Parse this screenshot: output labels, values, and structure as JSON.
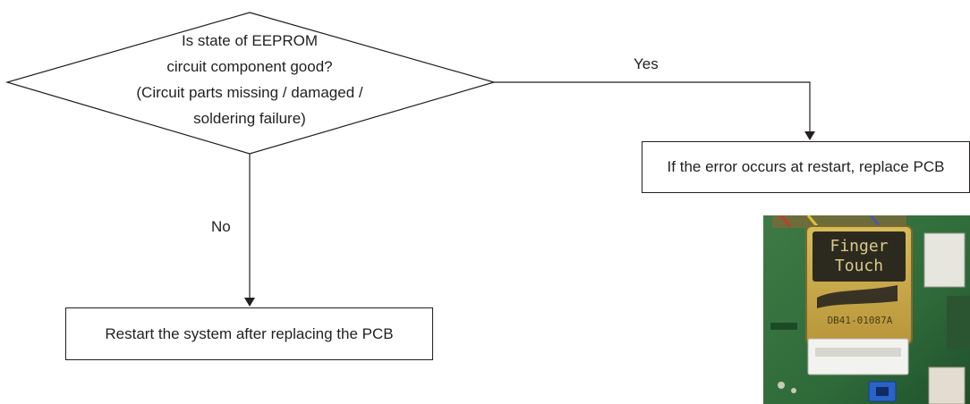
{
  "decision": {
    "lines": [
      "Is state of EEPROM",
      "circuit component good?",
      "(Circuit parts missing / damaged /",
      "soldering failure)"
    ]
  },
  "branches": {
    "yes": {
      "label": "Yes",
      "action": "If the error occurs at restart, replace PCB"
    },
    "no": {
      "label": "No",
      "action": "Restart the system after replacing the PCB"
    }
  },
  "photo": {
    "label_lines": [
      "Finger",
      "Touch"
    ],
    "part_number": "DB41-01087A"
  },
  "colors": {
    "line": "#231f20",
    "pcb_green": "#2f6b3a",
    "chip_gold": "#c9a94a",
    "connector": "#f2f2ee",
    "jumper_blue": "#2a63c8"
  }
}
